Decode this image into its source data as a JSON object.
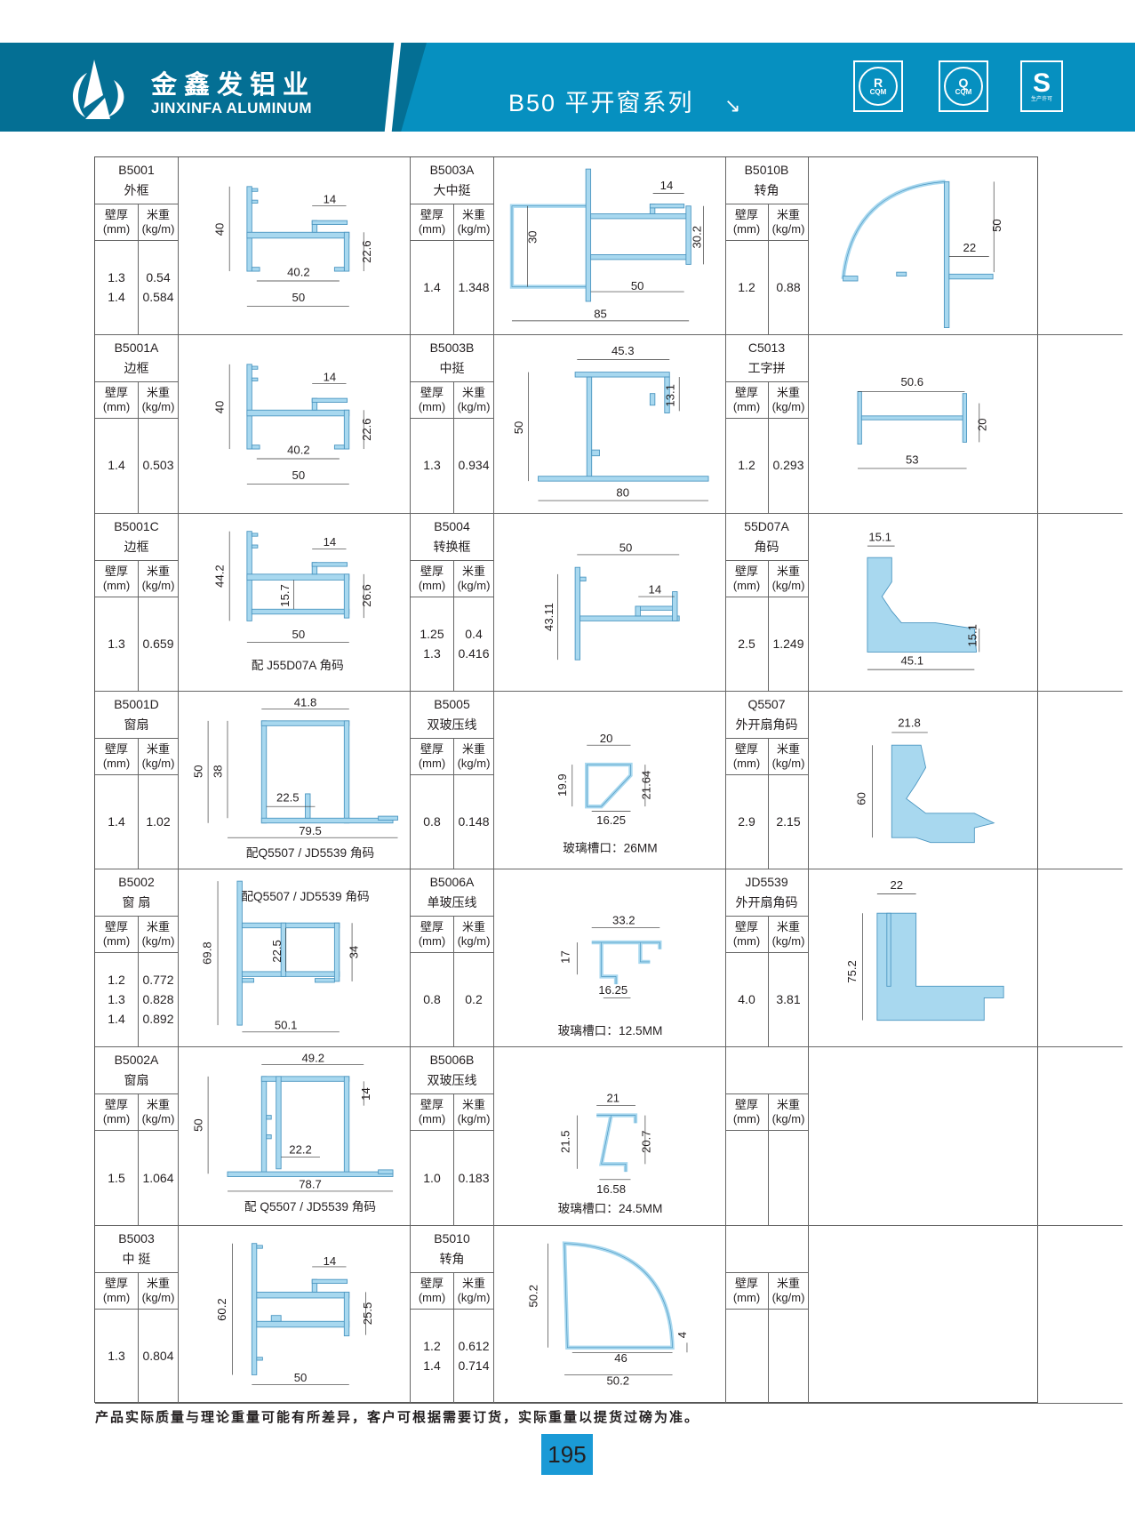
{
  "header": {
    "brand_cn": "金鑫发铝业",
    "brand_en": "JINXINFA ALUMINUM",
    "series_title": "B50 平开窗系列",
    "arrow_icon": "arrow-down-right-icon",
    "certs": [
      {
        "symbol": "R",
        "label": "CQM"
      },
      {
        "symbol": "Q",
        "label": "CQM"
      },
      {
        "symbol": "S",
        "label": "生产许可"
      }
    ]
  },
  "table_headers": {
    "thickness": "壁厚",
    "thickness_unit": "(mm)",
    "weight": "米重",
    "weight_unit": "(kg/m)"
  },
  "col1": [
    {
      "code": "B5001",
      "name": "外框",
      "rows": [
        [
          "1.3",
          "0.54"
        ],
        [
          "1.4",
          "0.584"
        ]
      ],
      "dims": [
        "40",
        "14",
        "22.6",
        "40.2",
        "50"
      ]
    },
    {
      "code": "B5001A",
      "name": "边框",
      "rows": [
        [
          "1.4",
          "0.503"
        ]
      ],
      "dims": [
        "40",
        "14",
        "22.6",
        "40.2",
        "50"
      ]
    },
    {
      "code": "B5001C",
      "name": "边框",
      "rows": [
        [
          "1.3",
          "0.659"
        ]
      ],
      "dims": [
        "44.2",
        "14",
        "15.7",
        "26.6",
        "50"
      ],
      "note": "配 J55D07A 角码"
    },
    {
      "code": "B5001D",
      "name": "窗扇",
      "rows": [
        [
          "1.4",
          "1.02"
        ]
      ],
      "dims": [
        "41.8",
        "50",
        "38",
        "22.5",
        "79.5"
      ],
      "note": "配Q5507 / JD5539 角码"
    },
    {
      "code": "B5002",
      "name": "窗 扇",
      "rows": [
        [
          "1.2",
          "0.772"
        ],
        [
          "1.3",
          "0.828"
        ],
        [
          "1.4",
          "0.892"
        ]
      ],
      "dims": [
        "69.8",
        "22.5",
        "34",
        "50.1"
      ],
      "note": "配Q5507 / JD5539 角码"
    },
    {
      "code": "B5002A",
      "name": "窗扇",
      "rows": [
        [
          "1.5",
          "1.064"
        ]
      ],
      "dims": [
        "49.2",
        "14",
        "50",
        "22.2",
        "78.7"
      ],
      "note": "配 Q5507 / JD5539 角码"
    },
    {
      "code": "B5003",
      "name": "中 挺",
      "rows": [
        [
          "1.3",
          "0.804"
        ]
      ],
      "dims": [
        "14",
        "60.2",
        "25.5",
        "50"
      ]
    }
  ],
  "col2": [
    {
      "code": "B5003A",
      "name": "大中挺",
      "rows": [
        [
          "1.4",
          "1.348"
        ]
      ],
      "dims": [
        "14",
        "30",
        "30.2",
        "50",
        "85"
      ]
    },
    {
      "code": "B5003B",
      "name": "中挺",
      "rows": [
        [
          "1.3",
          "0.934"
        ]
      ],
      "dims": [
        "45.3",
        "13.1",
        "50",
        "80"
      ]
    },
    {
      "code": "B5004",
      "name": "转换框",
      "rows": [
        [
          "1.25",
          "0.4"
        ],
        [
          "1.3",
          "0.416"
        ]
      ],
      "dims": [
        "50",
        "14",
        "43.11"
      ]
    },
    {
      "code": "B5005",
      "name": "双玻压线",
      "rows": [
        [
          "0.8",
          "0.148"
        ]
      ],
      "dims": [
        "20",
        "19.9",
        "21.64",
        "16.25"
      ],
      "note": "玻璃槽口：26MM"
    },
    {
      "code": "B5006A",
      "name": "单玻压线",
      "rows": [
        [
          "0.8",
          "0.2"
        ]
      ],
      "dims": [
        "33.2",
        "17",
        "16.25"
      ],
      "note": "玻璃槽口：12.5MM"
    },
    {
      "code": "B5006B",
      "name": "双玻压线",
      "rows": [
        [
          "1.0",
          "0.183"
        ]
      ],
      "dims": [
        "21",
        "21.5",
        "20.7",
        "16.58"
      ],
      "note": "玻璃槽口：24.5MM"
    },
    {
      "code": "B5010",
      "name": "转角",
      "rows": [
        [
          "1.2",
          "0.612"
        ],
        [
          "1.4",
          "0.714"
        ]
      ],
      "dims": [
        "50.2",
        "4",
        "46",
        "50.2"
      ]
    }
  ],
  "col3": [
    {
      "code": "B5010B",
      "name": "转角",
      "rows": [
        [
          "1.2",
          "0.88"
        ]
      ],
      "dims": [
        "50",
        "22"
      ]
    },
    {
      "code": "C5013",
      "name": "工字拼",
      "rows": [
        [
          "1.2",
          "0.293"
        ]
      ],
      "dims": [
        "50.6",
        "20",
        "53"
      ]
    },
    {
      "code": "55D07A",
      "name": "角码",
      "rows": [
        [
          "2.5",
          "1.249"
        ]
      ],
      "dims": [
        "15.1",
        "15.1",
        "45.1"
      ]
    },
    {
      "code": "Q5507",
      "name": "外开扇角码",
      "rows": [
        [
          "2.9",
          "2.15"
        ]
      ],
      "dims": [
        "21.8",
        "60"
      ]
    },
    {
      "code": "JD5539",
      "name": "外开扇角码",
      "rows": [
        [
          "4.0",
          "3.81"
        ]
      ],
      "dims": [
        "22",
        "75.2"
      ]
    },
    {
      "code": "",
      "name": "",
      "rows": [],
      "dims": []
    },
    {
      "code": "",
      "name": "",
      "rows": [],
      "dims": []
    }
  ],
  "footer": {
    "note": "产品实际质量与理论重量可能有所差异，客户可根据需要订货，实际重量以提货过磅为准。",
    "page_number": "195"
  },
  "colors": {
    "header_dark": "#046f94",
    "header_light": "#0690c0",
    "profile_fill": "#a8d8ef",
    "profile_stroke": "#4a95c0",
    "page_badge": "#1a9ad6"
  }
}
